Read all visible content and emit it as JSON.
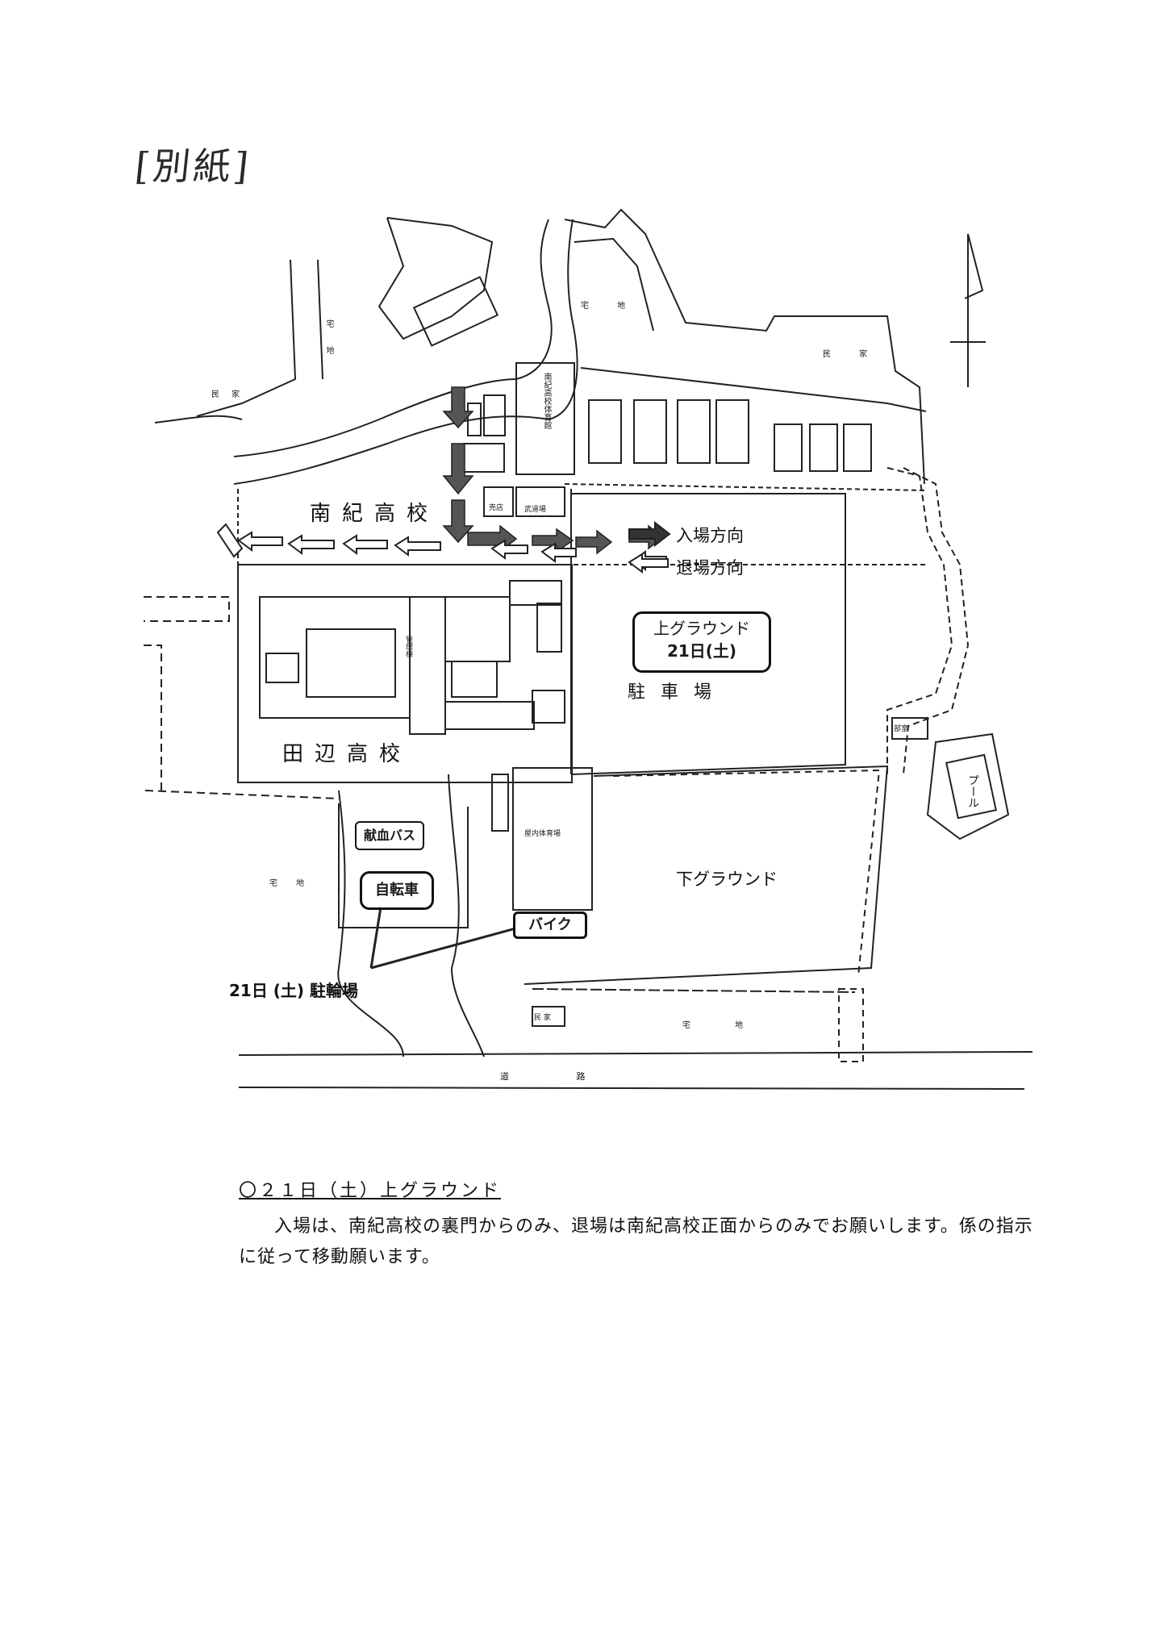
{
  "document": {
    "stamp_label": "[別紙]",
    "north_symbol": "north-arrow-icon"
  },
  "map": {
    "school_nanki": "南紀高校",
    "school_tanabe": "田辺高校",
    "legend_enter": "入場方向",
    "legend_exit": "退場方向",
    "upper_ground": "上グラウンド",
    "upper_ground_date": "21日(土)",
    "parking": "駐 車 場",
    "lower_ground": "下グラウンド",
    "blood_bus": "献血バス",
    "bicycle": "自転車",
    "bike": "バイク",
    "bicycle_parking": "21日 (土) 駐輪場",
    "pool": "プール",
    "road_label": "道 路",
    "residential_1": "宅 地",
    "residential_2": "宅 地",
    "residential_3": "宅 地",
    "residential_4": "宅 地",
    "private_house_1": "民 家",
    "private_house_2": "民 家",
    "private_house_3": "民 家",
    "small_labels": {
      "kanri": "管理棟",
      "dojo": "武道場",
      "gym_nanki": "南紀高校体育館",
      "indoor_gym": "屋内体育場",
      "shop": "売店",
      "club": "部室"
    },
    "colors": {
      "enter_arrow": "#555555",
      "exit_arrow": "#ffffff",
      "line": "#222222"
    }
  },
  "notice": {
    "title": "〇２１日（土）上グラウンド",
    "body": "入場は、南紀高校の裏門からのみ、退場は南紀高校正面からのみでお願いします。係の指示に従って移動願います。"
  }
}
